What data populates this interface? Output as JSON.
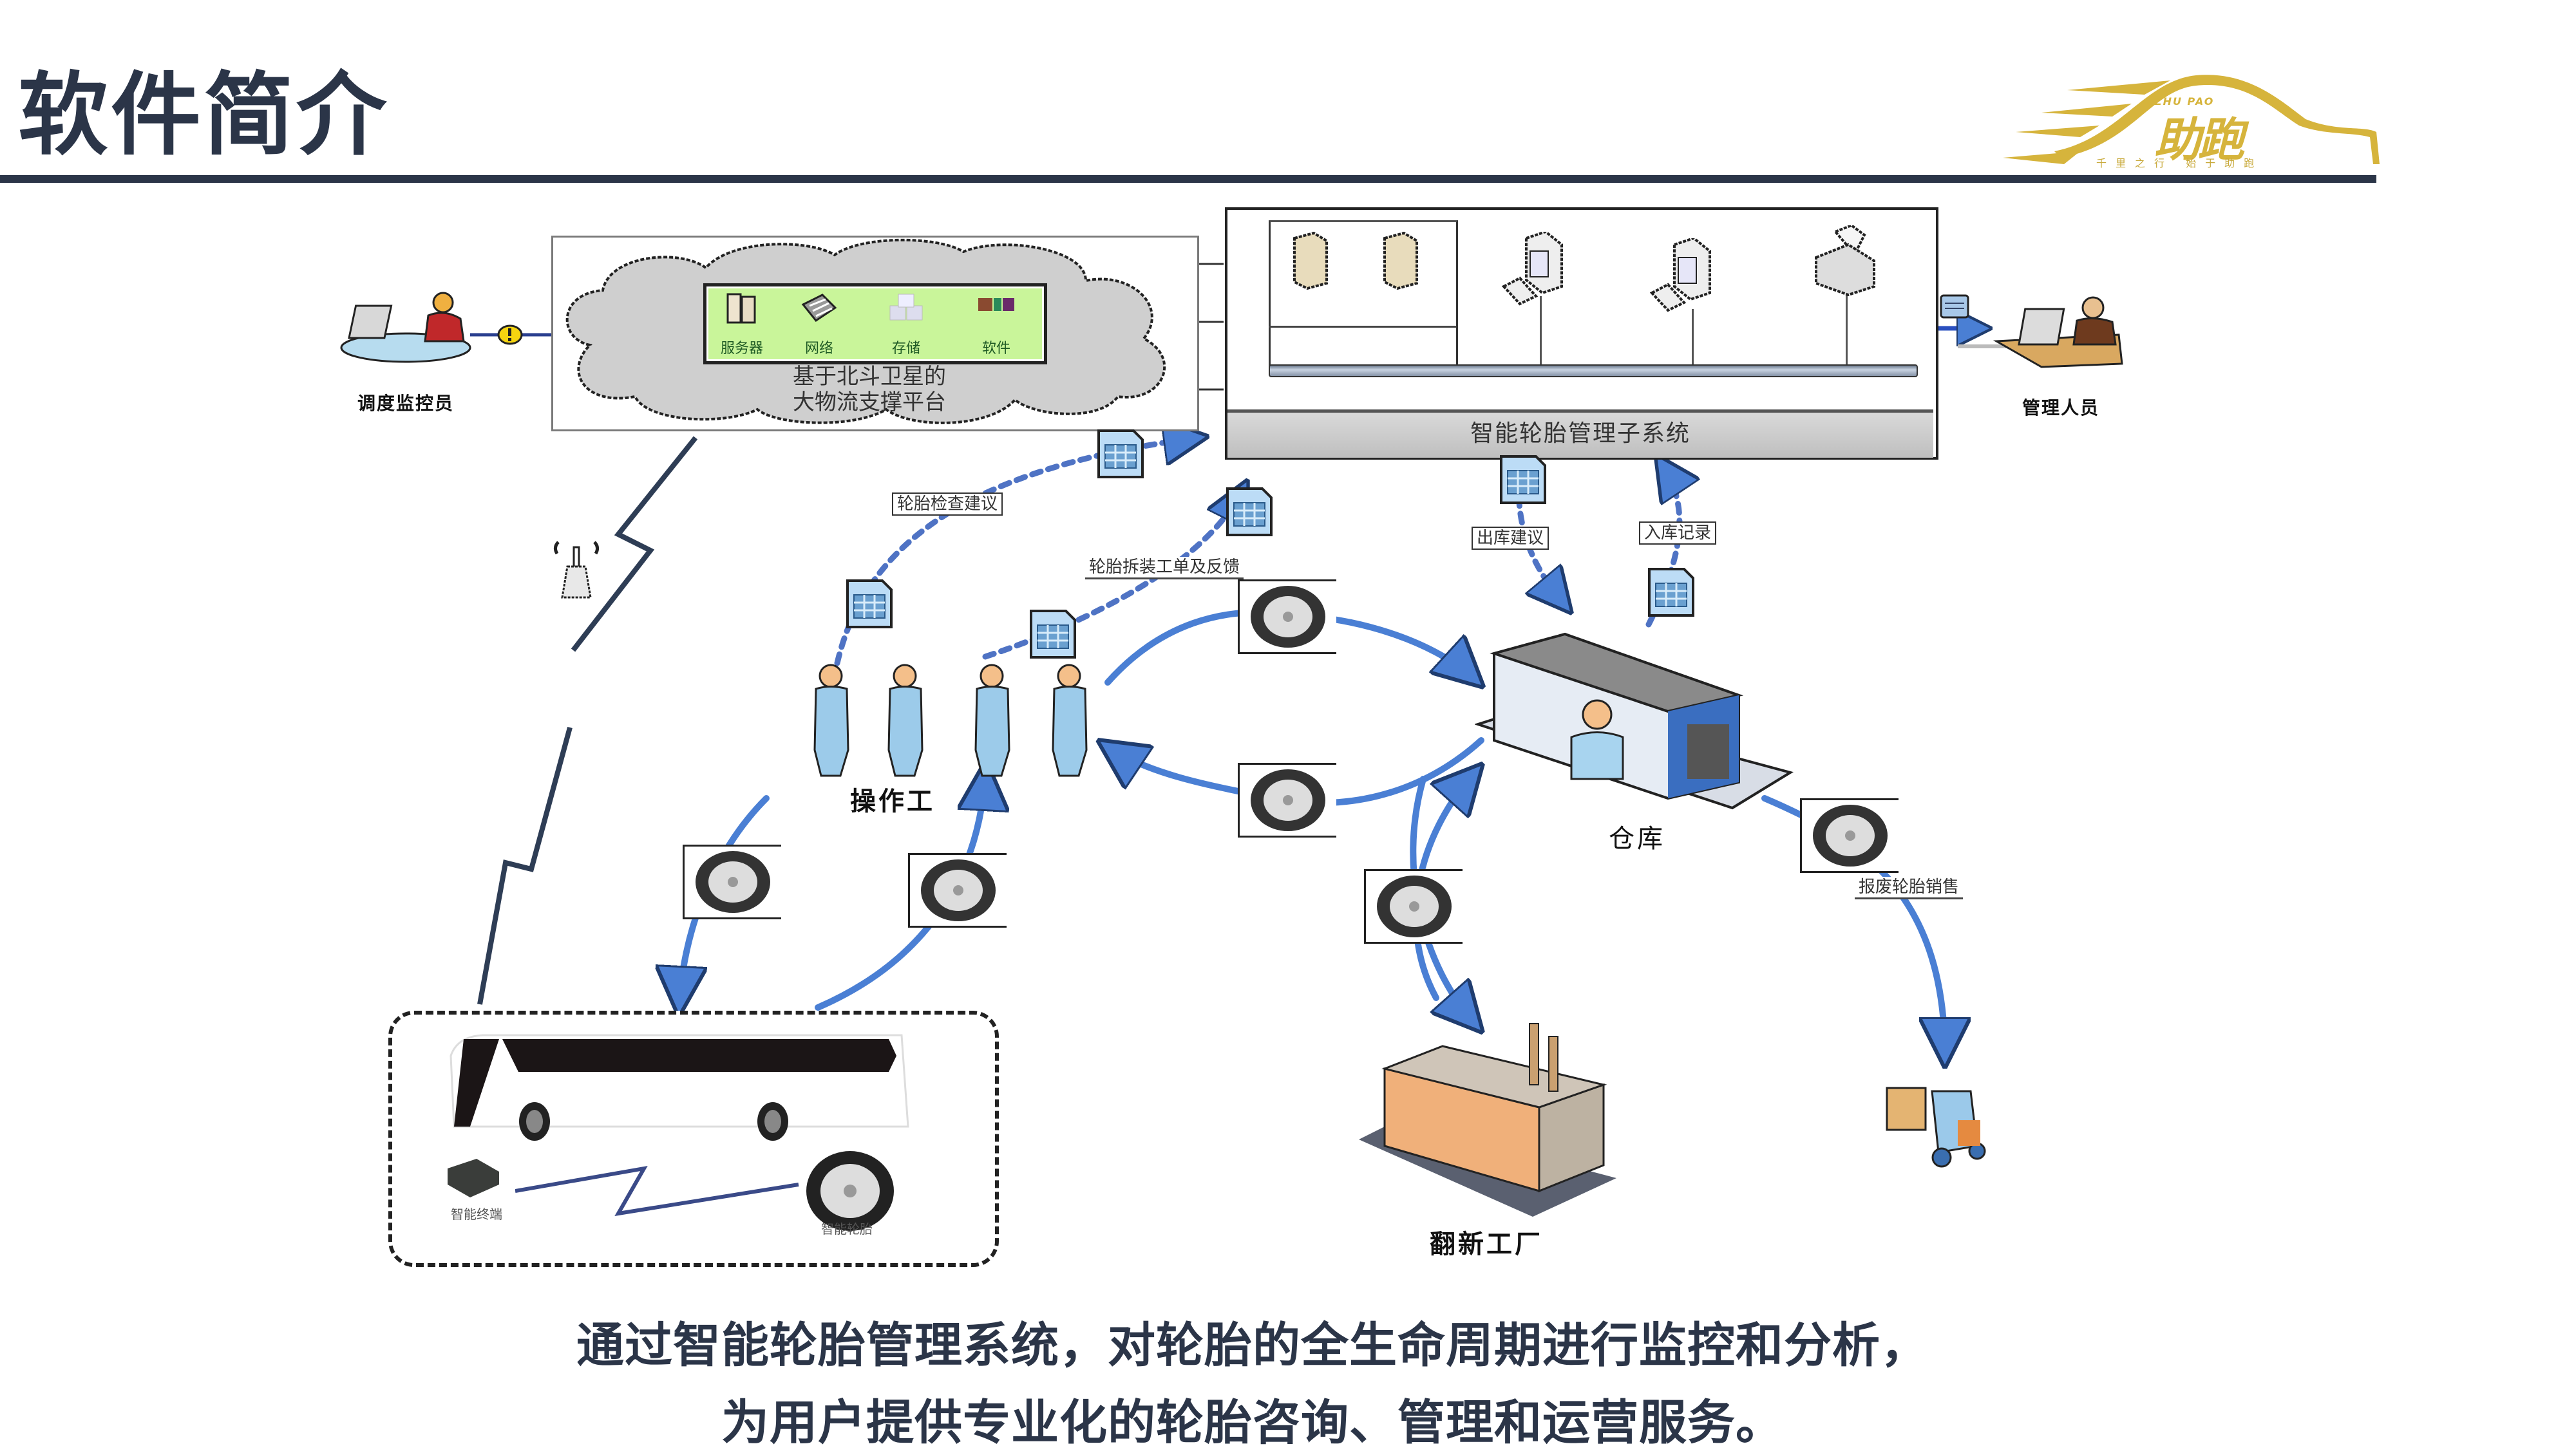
{
  "slide": {
    "title": "软件简介",
    "logo": {
      "name_cn": "助跑",
      "name_en": "ZHU PAO",
      "slogan": "千里之行 始于助跑",
      "brand_color": "#d6b43c"
    },
    "header_rule_color": "#2b3548"
  },
  "diagram": {
    "cloud_platform": {
      "components": [
        {
          "icon": "server-icon",
          "label": "服务器"
        },
        {
          "icon": "network-icon",
          "label": "网络"
        },
        {
          "icon": "storage-icon",
          "label": "存储"
        },
        {
          "icon": "software-icon",
          "label": "软件"
        }
      ],
      "caption_line1": "基于北斗卫星的",
      "caption_line2": "大物流支撑平台",
      "panel_color": "#c9f59a"
    },
    "subsystem": {
      "label": "智能轮胎管理子系统",
      "devices": [
        "server-icon",
        "server-icon",
        "workstation-icon",
        "workstation-icon",
        "printer-icon"
      ]
    },
    "nodes": {
      "dispatcher": "调度监控员",
      "manager": "管理人员",
      "operators": "操作工",
      "warehouse": "仓库",
      "retread_factory": "翻新工厂",
      "scrap_forklift": "forklift-icon"
    },
    "flows": {
      "tire_inspection_advice": "轮胎检查建议",
      "tire_workorder_feedback": "轮胎拆装工单及反馈",
      "outbound_advice": "出库建议",
      "inbound_record": "入库记录",
      "scrap_tire_sale": "报废轮胎销售"
    },
    "vehicle": {
      "terminal_label": "智能终端",
      "tire_label": "智能轮胎"
    },
    "arrow_color": "#4a7fd4"
  },
  "summary": {
    "line1": "通过智能轮胎管理系统，对轮胎的全生命周期进行监控和分析，",
    "line2": "为用户提供专业化的轮胎咨询、管理和运营服务。"
  }
}
